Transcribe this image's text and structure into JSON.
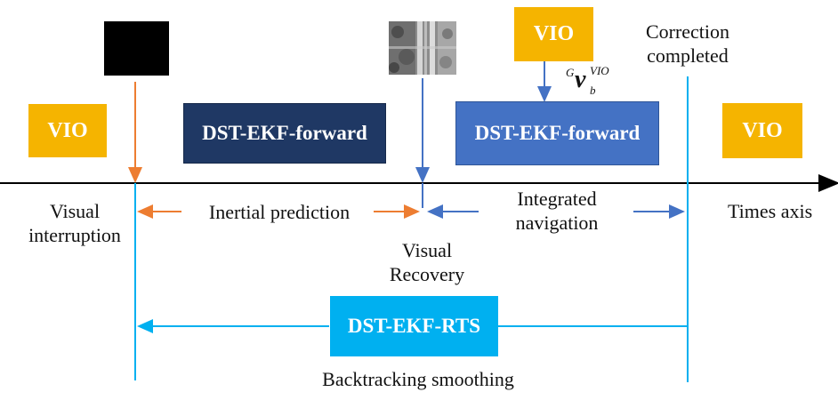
{
  "boxes": {
    "vio_left": "VIO",
    "vio_top": "VIO",
    "vio_right": "VIO",
    "ekf_forward_1": "DST-EKF-forward",
    "ekf_forward_2": "DST-EKF-forward",
    "ekf_rts": "DST-EKF-RTS"
  },
  "labels": {
    "visual_interruption_line1": "Visual",
    "visual_interruption_line2": "interruption",
    "inertial_prediction": "Inertial prediction",
    "integrated_navigation_line1": "Integrated",
    "integrated_navigation_line2": "navigation",
    "visual_recovery_line1": "Visual",
    "visual_recovery_line2": "Recovery",
    "times_axis": "Times axis",
    "correction_line1": "Correction",
    "correction_line2": "completed",
    "backtracking_smoothing": "Backtracking smoothing"
  },
  "velocity_symbol": {
    "pre_superscript": "G",
    "base": "v",
    "superscript": "VIO",
    "subscript": "b"
  },
  "colors": {
    "vio": "#f5b400",
    "ekf_dark": "#1f3864",
    "ekf_blue": "#4472c4",
    "rts": "#00b0f0",
    "orange_arrow": "#ed7d31",
    "blue_arrow": "#4472c4",
    "cyan_line": "#00b0f0"
  }
}
